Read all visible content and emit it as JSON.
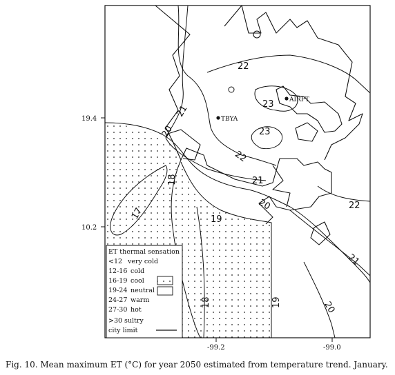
{
  "map": {
    "y_ticks": [
      "19.4",
      "10.2"
    ],
    "x_ticks": [
      "-99.2",
      "-99.0"
    ],
    "isotherms": [
      "22",
      "21",
      "23",
      "23",
      "20",
      "21",
      "18",
      "17",
      "19",
      "20",
      "22",
      "21",
      "18",
      "19",
      "20"
    ],
    "sites": [
      "TBYA",
      "AIRPT"
    ]
  },
  "legend": {
    "title": "ET thermal sensation",
    "rows": [
      {
        "range": "<12",
        "label": "very cold"
      },
      {
        "range": "12-16",
        "label": "cold"
      },
      {
        "range": "16-19",
        "label": "cool"
      },
      {
        "range": "19-24",
        "label": "neutral"
      },
      {
        "range": "24-27",
        "label": "warm"
      },
      {
        "range": "27-30",
        "label": "hot"
      },
      {
        "range": ">30",
        "label": "sultry"
      }
    ],
    "city_limit": "city limit"
  },
  "caption": "Fig. 10. Mean maximum ET (°C) for year 2050 estimated from temperature trend. January."
}
